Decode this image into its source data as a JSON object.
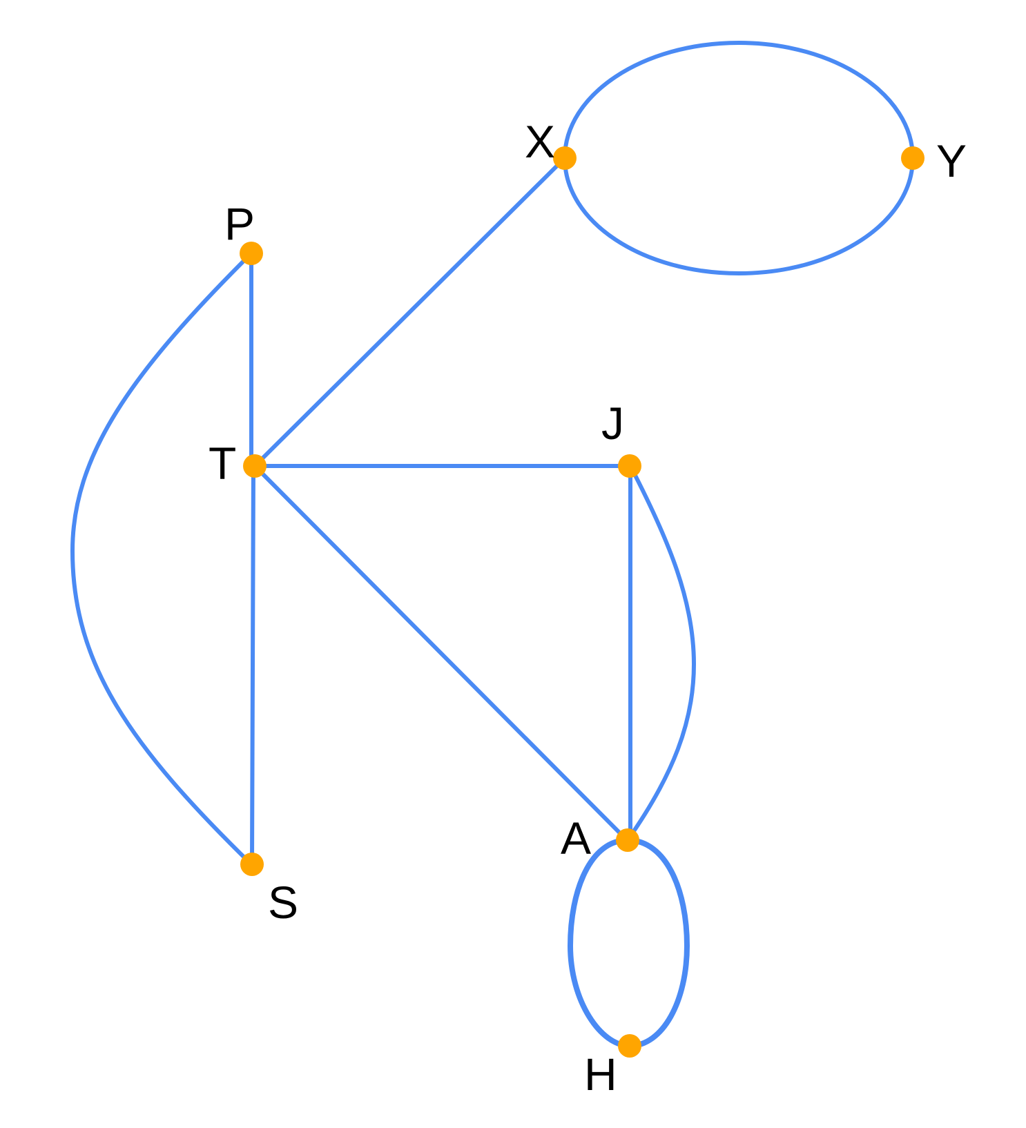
{
  "graph": {
    "colors": {
      "edge": "#4a8af4",
      "node": "#ffa500",
      "label": "#000000"
    },
    "nodes": [
      {
        "id": "X",
        "label": "X"
      },
      {
        "id": "Y",
        "label": "Y"
      },
      {
        "id": "P",
        "label": "P"
      },
      {
        "id": "T",
        "label": "T"
      },
      {
        "id": "J",
        "label": "J"
      },
      {
        "id": "A",
        "label": "A"
      },
      {
        "id": "S",
        "label": "S"
      },
      {
        "id": "H",
        "label": "H"
      }
    ],
    "edges": [
      {
        "from": "X",
        "to": "Y"
      },
      {
        "from": "Y",
        "to": "X"
      },
      {
        "from": "X",
        "to": "T"
      },
      {
        "from": "P",
        "to": "T"
      },
      {
        "from": "P",
        "to": "S"
      },
      {
        "from": "T",
        "to": "S"
      },
      {
        "from": "T",
        "to": "J"
      },
      {
        "from": "T",
        "to": "A"
      },
      {
        "from": "J",
        "to": "A"
      },
      {
        "from": "J",
        "to": "A"
      },
      {
        "from": "A",
        "to": "H"
      },
      {
        "from": "A",
        "to": "H"
      }
    ]
  }
}
